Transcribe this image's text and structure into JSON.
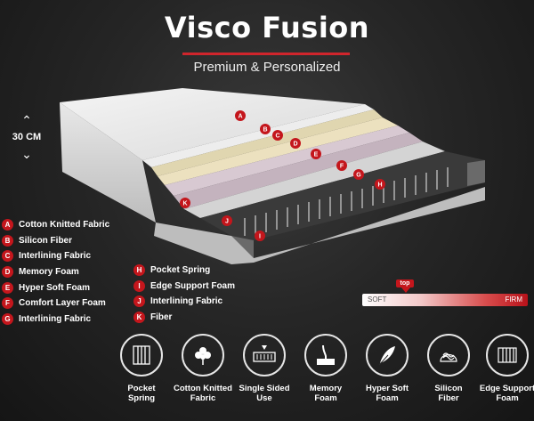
{
  "header": {
    "title": "Visco Fusion",
    "subtitle": "Premium & Personalized"
  },
  "height": {
    "value": "30 CM"
  },
  "callouts": [
    "A",
    "B",
    "C",
    "D",
    "E",
    "F",
    "G",
    "H",
    "I",
    "J",
    "K"
  ],
  "legend_left": [
    {
      "letter": "A",
      "label": "Cotton Knitted Fabric"
    },
    {
      "letter": "B",
      "label": "Silicon Fiber"
    },
    {
      "letter": "C",
      "label": "Interlining Fabric"
    },
    {
      "letter": "D",
      "label": "Memory Foam"
    },
    {
      "letter": "E",
      "label": "Hyper Soft Foam"
    },
    {
      "letter": "F",
      "label": "Comfort Layer Foam"
    },
    {
      "letter": "G",
      "label": "Interlining Fabric"
    }
  ],
  "legend_right": [
    {
      "letter": "H",
      "label": "Pocket Spring"
    },
    {
      "letter": "I",
      "label": "Edge Support Foam"
    },
    {
      "letter": "J",
      "label": "Interlining Fabric"
    },
    {
      "letter": "K",
      "label": "Fiber"
    }
  ],
  "firmness": {
    "soft_label": "SOFT",
    "firm_label": "FIRM",
    "marker_label": "top",
    "marker_position": 0.24
  },
  "features": [
    {
      "icon": "pocket-spring-icon",
      "line1": "Pocket",
      "line2": "Spring"
    },
    {
      "icon": "cotton-icon",
      "line1": "Cotton Knitted",
      "line2": "Fabric"
    },
    {
      "icon": "single-sided-icon",
      "line1": "Single Sided",
      "line2": "Use"
    },
    {
      "icon": "memory-foam-icon",
      "line1": "Memory",
      "line2": "Foam"
    },
    {
      "icon": "feather-icon",
      "line1": "Hyper Soft",
      "line2": "Foam"
    },
    {
      "icon": "silicon-fiber-icon",
      "line1": "Silicon",
      "line2": "Fiber"
    },
    {
      "icon": "edge-support-icon",
      "line1": "Edge Support",
      "line2": "Foam"
    }
  ],
  "colors": {
    "accent": "#c4161c",
    "background": "#262626"
  }
}
